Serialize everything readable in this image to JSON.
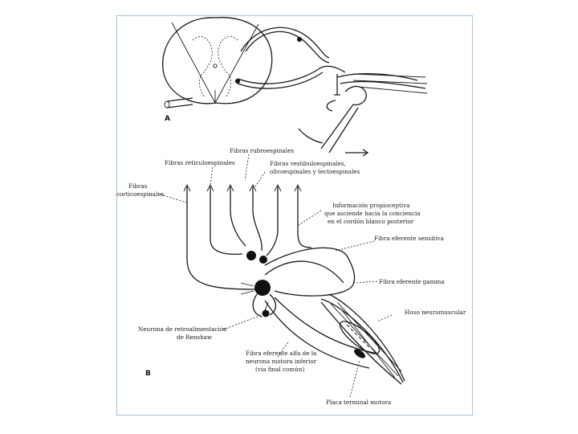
{
  "panels": {
    "a": "A",
    "b": "B"
  },
  "labels": {
    "rubro": "Fibras rubroespinales",
    "reticulo": "Fibras reticuloespinales",
    "vestibulo_1": "Fibras vestibuloespinales,",
    "vestibulo_2": "olivoespinales y tectoespinales",
    "cortico_1": "Fibras",
    "cortico_2": "corticoespinales",
    "propio_1": "Información propioceptiva",
    "propio_2": "que asciende hacia la conciencia",
    "propio_3": "en el cordón blanco posterior",
    "eferente_sensitiva": "Fibra eferente sensitiva",
    "eferente_gamma": "Fibra eferente gamma",
    "huso": "Huso neuromuscular",
    "renshaw_1": "Neurona de retroalimentación",
    "renshaw_2": "de Renshaw",
    "alfa_1": "Fibra eferente alfa de la",
    "alfa_2": "neurona motora inferior",
    "alfa_3": "(vía final común)",
    "placa": "Placa terminal motora"
  }
}
